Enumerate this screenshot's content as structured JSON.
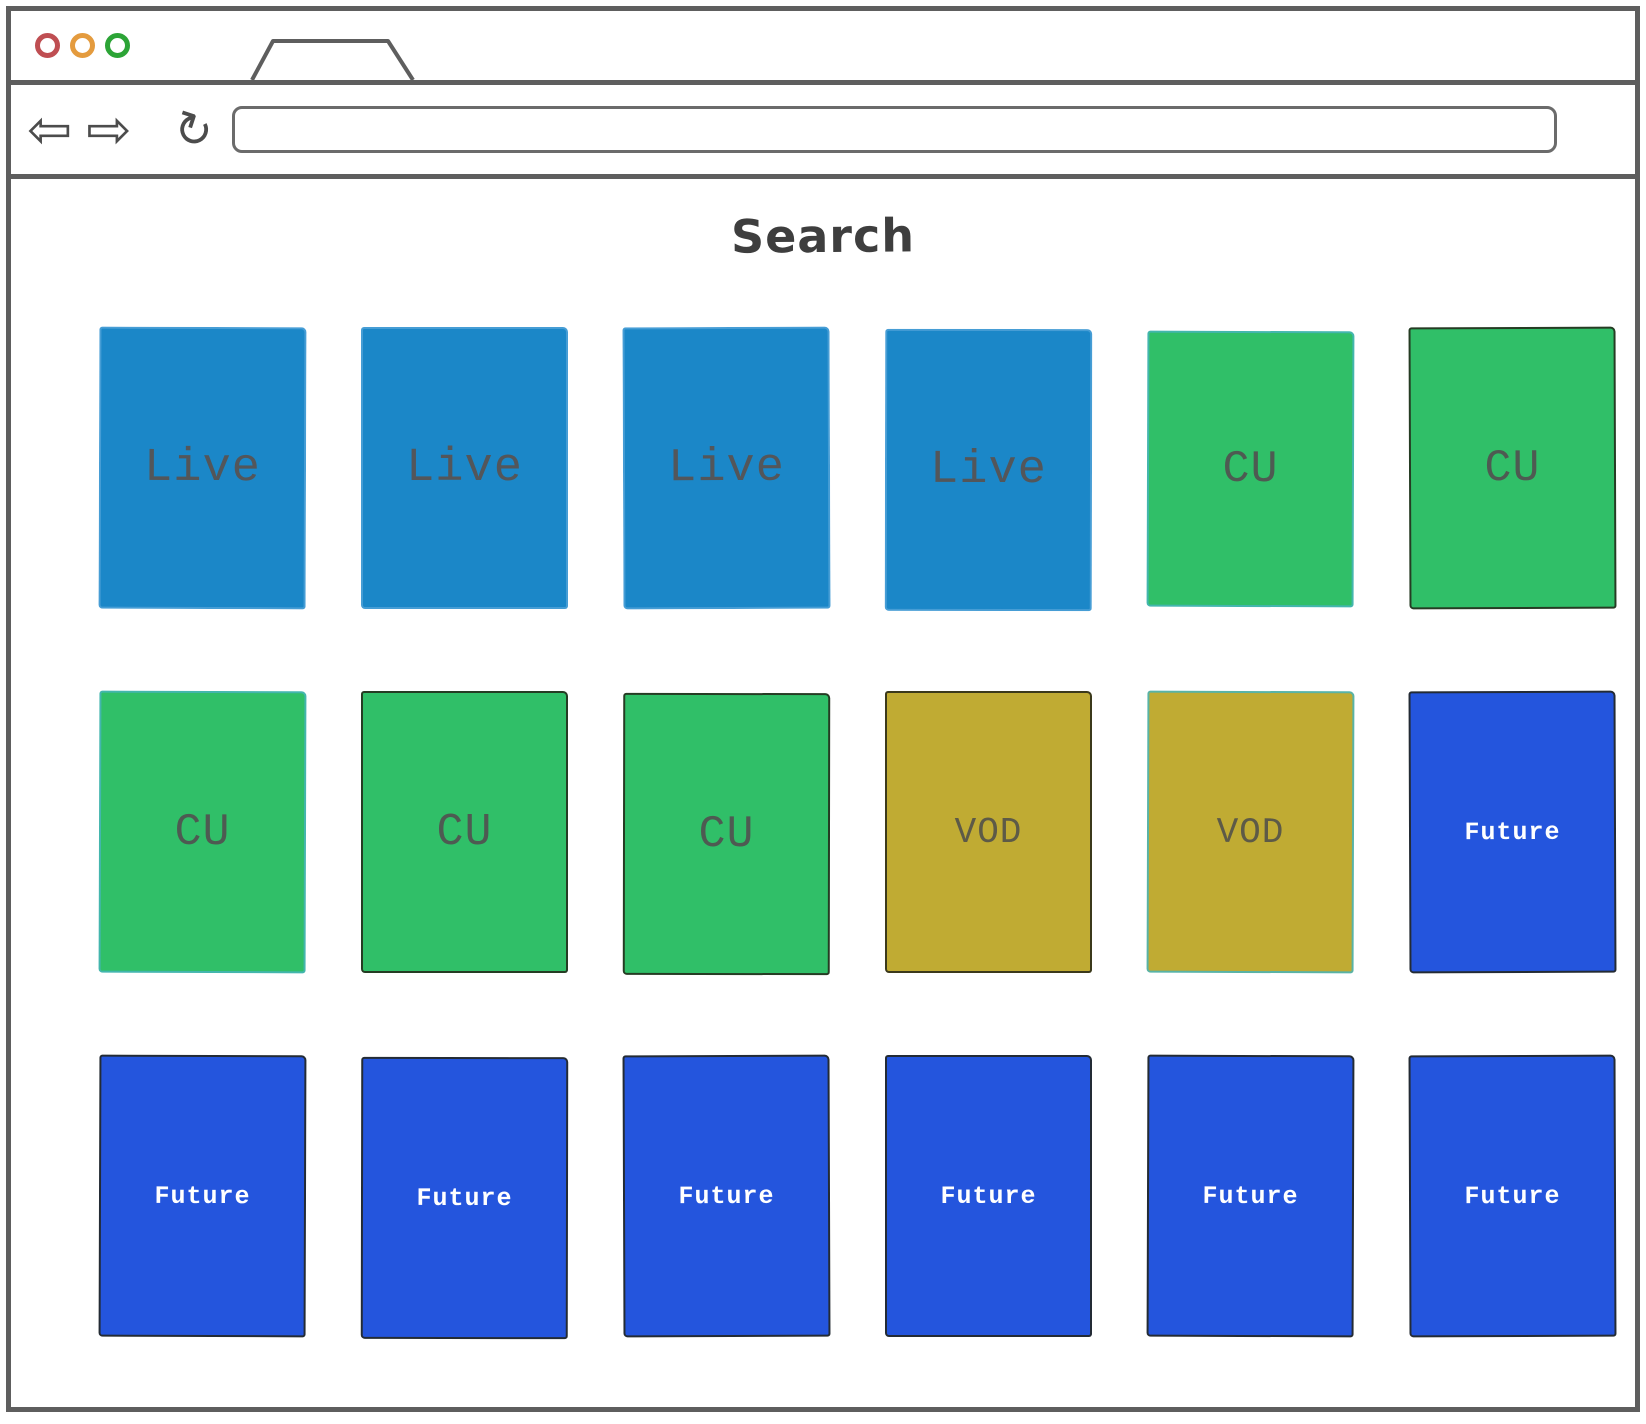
{
  "browser": {
    "traffic_lights": [
      {
        "name": "close",
        "color": "#bf4e52"
      },
      {
        "name": "minimize",
        "color": "#e49b3e"
      },
      {
        "name": "maximize",
        "color": "#2ca436"
      }
    ],
    "toolbar": {
      "back_icon": "⇦",
      "forward_icon": "⇨",
      "reload_icon": "↻",
      "url": {
        "value": "",
        "placeholder": ""
      }
    }
  },
  "page": {
    "title": "Search",
    "card_colors": {
      "live": {
        "bg": "#1b87c8",
        "text": "#53565a"
      },
      "cu": {
        "bg": "#30bf68",
        "text": "#4e5a52"
      },
      "vod": {
        "bg": "#c0ab33",
        "text": "#5d5a47"
      },
      "future": {
        "bg": "#2455dd",
        "text": "#ffffff"
      }
    },
    "cards": [
      {
        "label": "Live",
        "type": "live",
        "edge": "soft"
      },
      {
        "label": "Live",
        "type": "live",
        "edge": "soft"
      },
      {
        "label": "Live",
        "type": "live",
        "edge": "soft"
      },
      {
        "label": "Live",
        "type": "live",
        "edge": "soft"
      },
      {
        "label": "CU",
        "type": "cu",
        "edge": "teal"
      },
      {
        "label": "CU",
        "type": "cu",
        "edge": "dark"
      },
      {
        "label": "CU",
        "type": "cu",
        "edge": "teal"
      },
      {
        "label": "CU",
        "type": "cu",
        "edge": "dark"
      },
      {
        "label": "CU",
        "type": "cu",
        "edge": "dark"
      },
      {
        "label": "VOD",
        "type": "vod",
        "edge": "dark"
      },
      {
        "label": "VOD",
        "type": "vod",
        "edge": "teal"
      },
      {
        "label": "Future",
        "type": "future",
        "edge": "dark"
      },
      {
        "label": "Future",
        "type": "future",
        "edge": "dark"
      },
      {
        "label": "Future",
        "type": "future",
        "edge": "dark"
      },
      {
        "label": "Future",
        "type": "future",
        "edge": "dark"
      },
      {
        "label": "Future",
        "type": "future",
        "edge": "dark"
      },
      {
        "label": "Future",
        "type": "future",
        "edge": "dark"
      },
      {
        "label": "Future",
        "type": "future",
        "edge": "dark"
      }
    ]
  }
}
